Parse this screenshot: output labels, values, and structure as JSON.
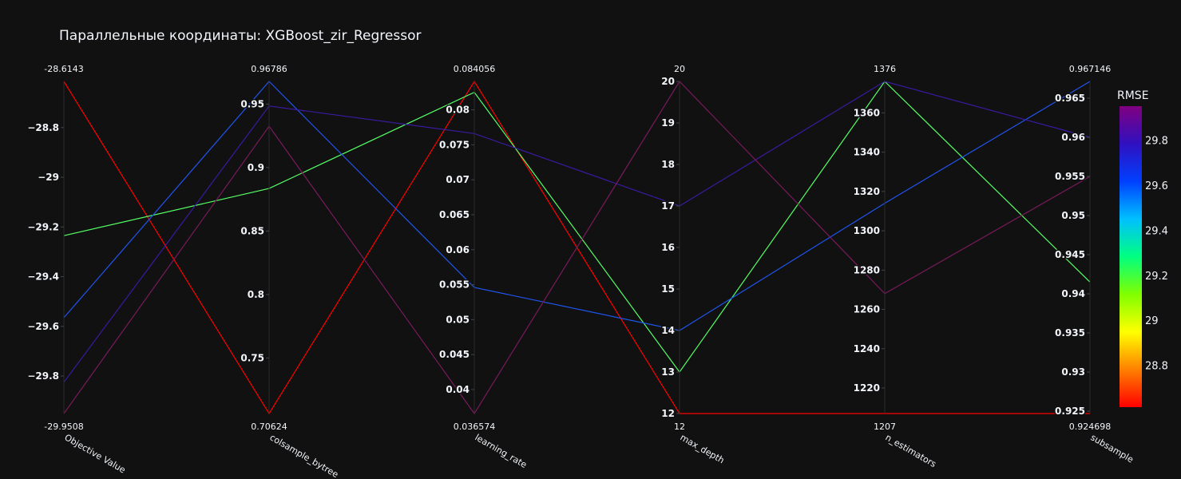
{
  "chart_data": {
    "type": "parallel_coordinates",
    "title": "Параллельные координаты: XGBoost_zir_Regressor",
    "dimensions": [
      {
        "label": "Objective Value",
        "range": [
          -29.9508,
          -28.6143
        ],
        "range_labels": [
          "-29.9508",
          "-28.6143"
        ],
        "ticks": [
          -29.8,
          -29.6,
          -29.4,
          -29.2,
          -29,
          -28.8
        ],
        "tick_labels": [
          "−29.8",
          "−29.6",
          "−29.4",
          "−29.2",
          "−29",
          "−28.8"
        ]
      },
      {
        "label": "colsample_bytree",
        "range": [
          0.70624,
          0.96786
        ],
        "range_labels": [
          "0.70624",
          "0.96786"
        ],
        "ticks": [
          0.75,
          0.8,
          0.85,
          0.9,
          0.95
        ],
        "tick_labels": [
          "0.75",
          "0.8",
          "0.85",
          "0.9",
          "0.95"
        ]
      },
      {
        "label": "learning_rate",
        "range": [
          0.036574,
          0.084056
        ],
        "range_labels": [
          "0.036574",
          "0.084056"
        ],
        "ticks": [
          0.04,
          0.045,
          0.05,
          0.055,
          0.06,
          0.065,
          0.07,
          0.075,
          0.08
        ],
        "tick_labels": [
          "0.04",
          "0.045",
          "0.05",
          "0.055",
          "0.06",
          "0.065",
          "0.07",
          "0.075",
          "0.08"
        ]
      },
      {
        "label": "max_depth",
        "range": [
          12,
          20
        ],
        "range_labels": [
          "12",
          "20"
        ],
        "ticks": [
          12,
          13,
          14,
          15,
          16,
          17,
          18,
          19,
          20
        ],
        "tick_labels": [
          "12",
          "13",
          "14",
          "15",
          "16",
          "17",
          "18",
          "19",
          "20"
        ]
      },
      {
        "label": "n_estimators",
        "range": [
          1207,
          1376
        ],
        "range_labels": [
          "1207",
          "1376"
        ],
        "ticks": [
          1220,
          1240,
          1260,
          1280,
          1300,
          1320,
          1340,
          1360
        ],
        "tick_labels": [
          "1220",
          "1240",
          "1260",
          "1280",
          "1300",
          "1320",
          "1340",
          "1360"
        ]
      },
      {
        "label": "subsample",
        "range": [
          0.924698,
          0.967146
        ],
        "range_labels": [
          "0.924698",
          "0.967146"
        ],
        "ticks": [
          0.925,
          0.93,
          0.935,
          0.94,
          0.945,
          0.95,
          0.955,
          0.96,
          0.965
        ],
        "tick_labels": [
          "0.925",
          "0.93",
          "0.935",
          "0.94",
          "0.945",
          "0.95",
          "0.955",
          "0.96",
          "0.965"
        ]
      }
    ],
    "lines": [
      {
        "values": [
          -28.6143,
          0.70624,
          0.084056,
          12,
          1207,
          0.924698
        ],
        "color": "#ff0000"
      },
      {
        "values": [
          -29.235,
          0.8835,
          0.0825,
          13,
          1376,
          0.9415
        ],
        "color": "#55ff66"
      },
      {
        "values": [
          -29.565,
          0.96786,
          0.0546,
          14,
          1314,
          0.967146
        ],
        "color": "#1f55ee"
      },
      {
        "values": [
          -29.825,
          0.9485,
          0.0766,
          17,
          1376,
          0.96
        ],
        "color": "#3a1aa0"
      },
      {
        "values": [
          -29.9508,
          0.9325,
          0.036574,
          20,
          1268,
          0.955
        ],
        "color": "#7a1a5c"
      }
    ],
    "colorbar": {
      "title": "RMSE",
      "ticks": [
        "28.8",
        "29",
        "29.2",
        "29.4",
        "29.6",
        "29.8"
      ],
      "tick_values": [
        28.8,
        29.0,
        29.2,
        29.4,
        29.6,
        29.8
      ],
      "range": [
        28.6143,
        29.9508
      ],
      "colorscale": [
        "#ff0000",
        "#ff8000",
        "#ffff00",
        "#80ff00",
        "#00ff80",
        "#00c0ff",
        "#0040ff",
        "#3010c0",
        "#800080"
      ]
    }
  }
}
